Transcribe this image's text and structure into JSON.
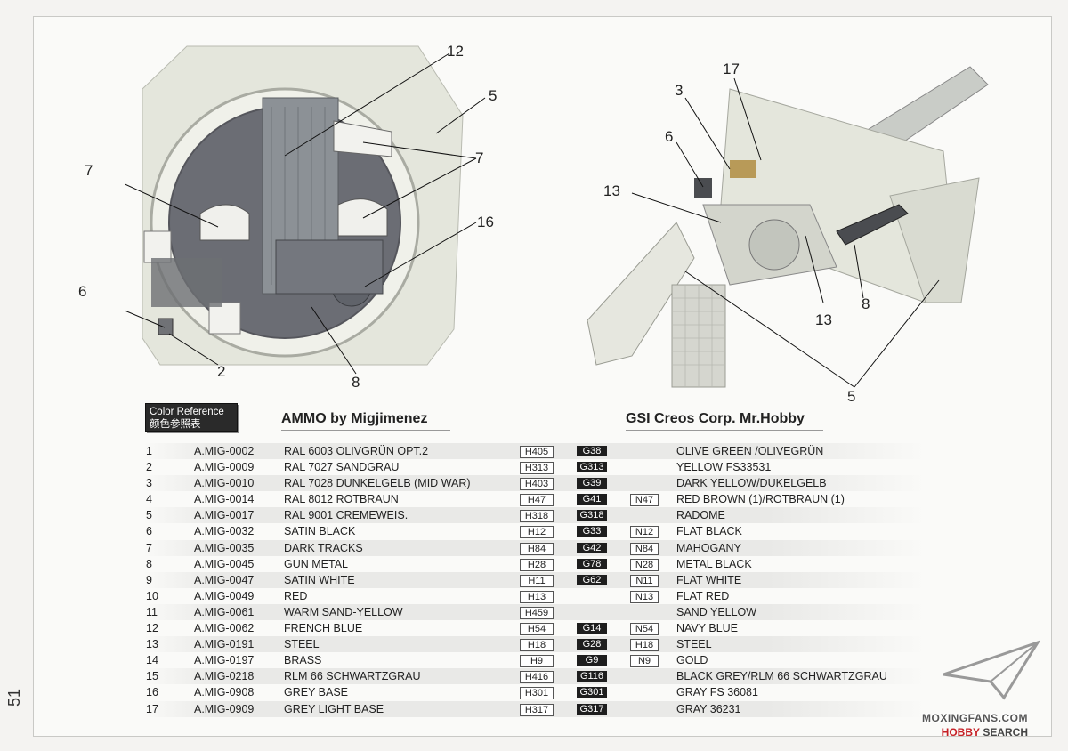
{
  "page": {
    "number": "51"
  },
  "left_figure": {
    "callouts": [
      "12",
      "5",
      "7",
      "7",
      "16",
      "6",
      "2",
      "8"
    ]
  },
  "right_figure": {
    "callouts": [
      "17",
      "3",
      "6",
      "13",
      "13",
      "8",
      "5"
    ]
  },
  "color_reference": {
    "label_en": "Color Reference",
    "label_cn": "颜色参照表"
  },
  "headers": {
    "ammo": "AMMO by Migjimenez",
    "gsi": "GSI Creos Corp. Mr.Hobby"
  },
  "rows": [
    {
      "no": "1",
      "ammo": "A.MIG-0002",
      "ral": "RAL 6003 OLIVGRÜN OPT.2",
      "h": "H405",
      "g": "G38",
      "n": "",
      "name": "OLIVE GREEN /OLIVEGRÜN"
    },
    {
      "no": "2",
      "ammo": "A.MIG-0009",
      "ral": "RAL 7027 SANDGRAU",
      "h": "H313",
      "g": "G313",
      "n": "",
      "name": "YELLOW FS33531"
    },
    {
      "no": "3",
      "ammo": "A.MIG-0010",
      "ral": "RAL 7028 DUNKELGELB (MID WAR)",
      "h": "H403",
      "g": "G39",
      "n": "",
      "name": "DARK YELLOW/DUKELGELB"
    },
    {
      "no": "4",
      "ammo": "A.MIG-0014",
      "ral": "RAL 8012 ROTBRAUN",
      "h": "H47",
      "g": "G41",
      "n": "N47",
      "name": "RED BROWN (1)/ROTBRAUN (1)"
    },
    {
      "no": "5",
      "ammo": "A.MIG-0017",
      "ral": "RAL 9001 CREMEWEIS.",
      "h": "H318",
      "g": "G318",
      "n": "",
      "name": "RADOME"
    },
    {
      "no": "6",
      "ammo": "A.MIG-0032",
      "ral": "SATIN BLACK",
      "h": "H12",
      "g": "G33",
      "n": "N12",
      "name": "FLAT BLACK"
    },
    {
      "no": "7",
      "ammo": "A.MIG-0035",
      "ral": "DARK TRACKS",
      "h": "H84",
      "g": "G42",
      "n": "N84",
      "name": "MAHOGANY"
    },
    {
      "no": "8",
      "ammo": "A.MIG-0045",
      "ral": "GUN METAL",
      "h": "H28",
      "g": "G78",
      "n": "N28",
      "name": "METAL BLACK"
    },
    {
      "no": "9",
      "ammo": "A.MIG-0047",
      "ral": "SATIN WHITE",
      "h": "H11",
      "g": "G62",
      "n": "N11",
      "name": "FLAT WHITE"
    },
    {
      "no": "10",
      "ammo": "A.MIG-0049",
      "ral": "RED",
      "h": "H13",
      "g": "",
      "n": "N13",
      "name": "FLAT RED"
    },
    {
      "no": "11",
      "ammo": "A.MIG-0061",
      "ral": "WARM SAND-YELLOW",
      "h": "H459",
      "g": "",
      "n": "",
      "name": "SAND YELLOW"
    },
    {
      "no": "12",
      "ammo": "A.MIG-0062",
      "ral": "FRENCH BLUE",
      "h": "H54",
      "g": "G14",
      "n": "N54",
      "name": "NAVY BLUE"
    },
    {
      "no": "13",
      "ammo": "A.MIG-0191",
      "ral": "STEEL",
      "h": "H18",
      "g": "G28",
      "n": "H18",
      "name": "STEEL"
    },
    {
      "no": "14",
      "ammo": "A.MIG-0197",
      "ral": "BRASS",
      "h": "H9",
      "g": "G9",
      "n": "N9",
      "name": "GOLD"
    },
    {
      "no": "15",
      "ammo": "A.MIG-0218",
      "ral": "RLM 66 SCHWARTZGRAU",
      "h": "H416",
      "g": "G116",
      "n": "",
      "name": "BLACK GREY/RLM 66 SCHWARTZGRAU"
    },
    {
      "no": "16",
      "ammo": "A.MIG-0908",
      "ral": "GREY BASE",
      "h": "H301",
      "g": "G301",
      "n": "",
      "name": "GRAY FS 36081"
    },
    {
      "no": "17",
      "ammo": "A.MIG-0909",
      "ral": "GREY LIGHT BASE",
      "h": "H317",
      "g": "G317",
      "n": "",
      "name": "GRAY 36231"
    }
  ],
  "watermark": {
    "site": "MOXINGFANS.COM",
    "brand_red": "HOBBY",
    "brand_rest": " SEARCH"
  }
}
